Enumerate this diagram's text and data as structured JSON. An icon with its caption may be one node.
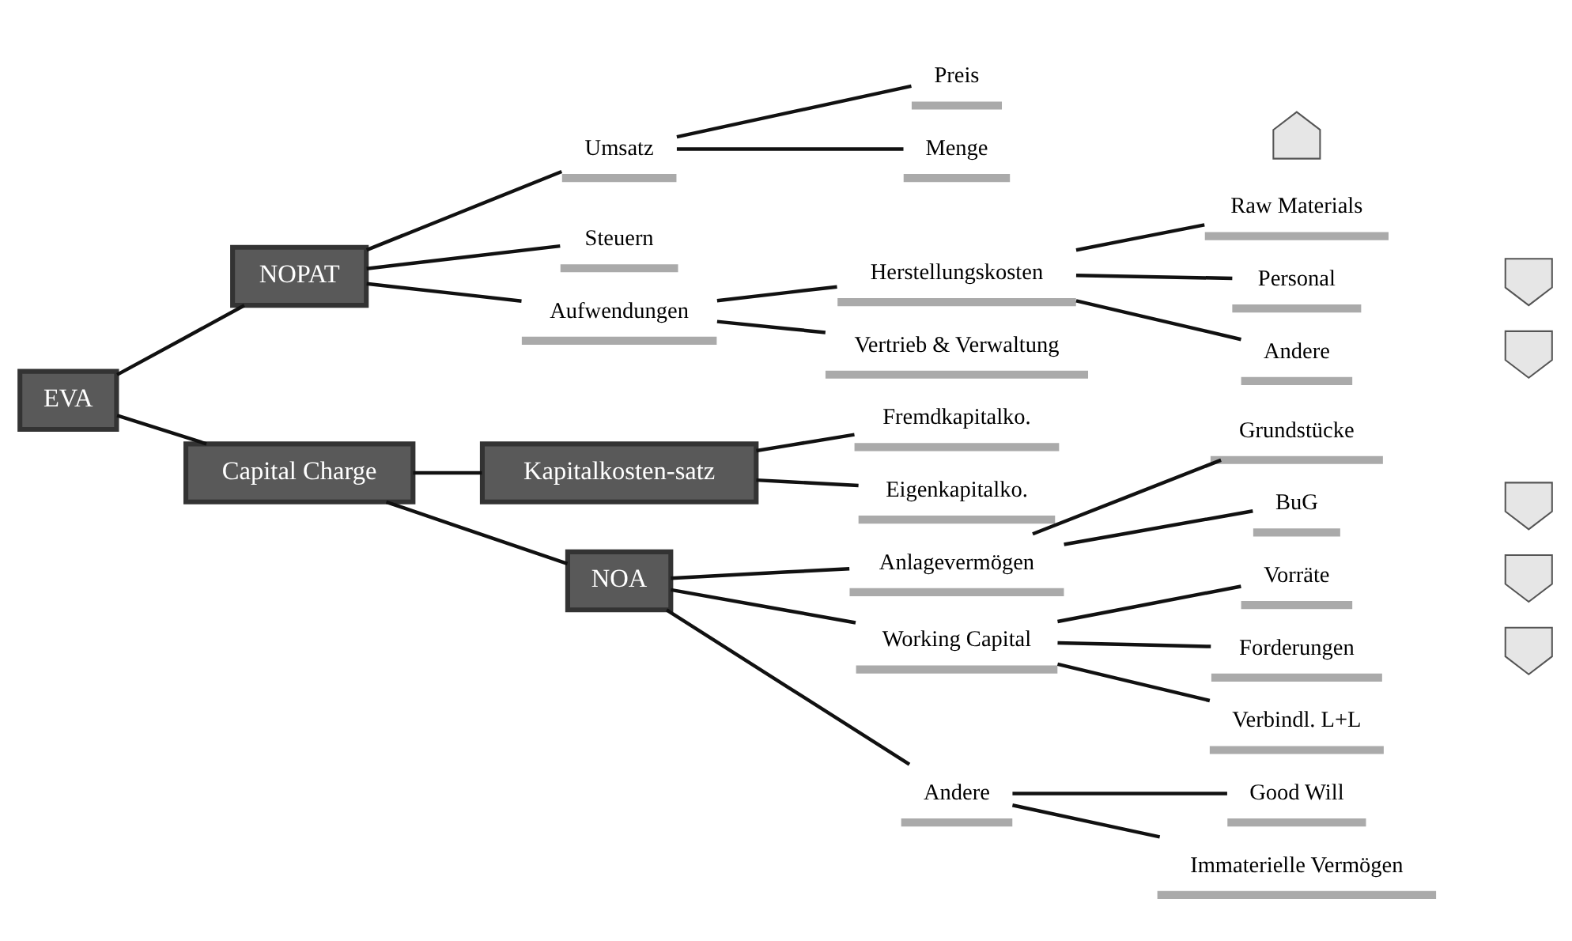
{
  "diagram": {
    "nodes": [
      {
        "text": [
          "EVA"
        ]
      },
      {
        "text": [
          "NOPAT"
        ]
      },
      {
        "text": [
          "Umsatz"
        ]
      },
      {
        "text": [
          "Steuern"
        ]
      },
      {
        "text": [
          "Aufwendungen"
        ]
      },
      {
        "text": [
          "Preis"
        ]
      },
      {
        "text": [
          "Menge"
        ]
      },
      {
        "text": [],
        "shape": "up-arrow"
      },
      {
        "text": [
          "Herstellungskosten"
        ]
      },
      {
        "text": [
          "Vertrieb & Verwaltung"
        ]
      },
      {
        "text": [
          "Raw Materials"
        ]
      },
      {
        "text": [
          "Personal"
        ]
      },
      {
        "text": [],
        "shape": "down-arrow"
      },
      {
        "text": [
          "Andere"
        ]
      },
      {
        "text": [],
        "shape": "down-arrow"
      },
      {
        "text": [
          "Capital Charge"
        ]
      },
      {
        "text": [
          "Kapitalkosten-satz"
        ]
      },
      {
        "text": [
          "Fremdkapitalko."
        ]
      },
      {
        "text": [
          "Eigenkapitalko."
        ]
      },
      {
        "text": [
          "NOA"
        ]
      },
      {
        "text": [
          "Anlagevermögen"
        ]
      },
      {
        "text": [
          "Grundstücke"
        ]
      },
      {
        "text": [
          "BuG"
        ]
      },
      {
        "text": [],
        "shape": "down-arrow"
      },
      {
        "text": [
          "Working Capital"
        ]
      },
      {
        "text": [
          "Vorräte"
        ]
      },
      {
        "text": [],
        "shape": "down-arrow"
      },
      {
        "text": [
          "Forderungen"
        ]
      },
      {
        "text": [],
        "shape": "down-arrow"
      },
      {
        "text": [
          "Verbindl. L+L"
        ]
      },
      {
        "text": [
          "Andere"
        ]
      },
      {
        "text": [
          "Good Will"
        ]
      },
      {
        "text": [
          "Immaterielle Vermögen"
        ]
      }
    ],
    "edges": [
      {
        "from": 0,
        "to": 1,
        "arrow": "none"
      },
      {
        "from": 0,
        "to": 15,
        "arrow": "none"
      },
      {
        "from": 1,
        "to": 2,
        "arrow": "none"
      },
      {
        "from": 1,
        "to": 3,
        "arrow": "none"
      },
      {
        "from": 1,
        "to": 4,
        "arrow": "none"
      },
      {
        "from": 2,
        "to": 5,
        "arrow": "none"
      },
      {
        "from": 2,
        "to": 6,
        "arrow": "none"
      },
      {
        "from": 4,
        "to": 8,
        "arrow": "none"
      },
      {
        "from": 4,
        "to": 9,
        "arrow": "none"
      },
      {
        "from": 8,
        "to": 10,
        "arrow": "none"
      },
      {
        "from": 8,
        "to": 11,
        "arrow": "none"
      },
      {
        "from": 8,
        "to": 13,
        "arrow": "none"
      },
      {
        "from": 15,
        "to": 16,
        "arrow": "none"
      },
      {
        "from": 15,
        "to": 19,
        "arrow": "none"
      },
      {
        "from": 16,
        "to": 17,
        "arrow": "none"
      },
      {
        "from": 16,
        "to": 18,
        "arrow": "none"
      },
      {
        "from": 19,
        "to": 20,
        "arrow": "none"
      },
      {
        "from": 19,
        "to": 24,
        "arrow": "none"
      },
      {
        "from": 19,
        "to": 30,
        "arrow": "none"
      },
      {
        "from": 20,
        "to": 21,
        "arrow": "none"
      },
      {
        "from": 20,
        "to": 22,
        "arrow": "none"
      },
      {
        "from": 24,
        "to": 25,
        "arrow": "none"
      },
      {
        "from": 24,
        "to": 27,
        "arrow": "none"
      },
      {
        "from": 24,
        "to": 29,
        "arrow": "none"
      },
      {
        "from": 30,
        "to": 31,
        "arrow": "none"
      },
      {
        "from": 30,
        "to": 32,
        "arrow": "none"
      }
    ]
  }
}
